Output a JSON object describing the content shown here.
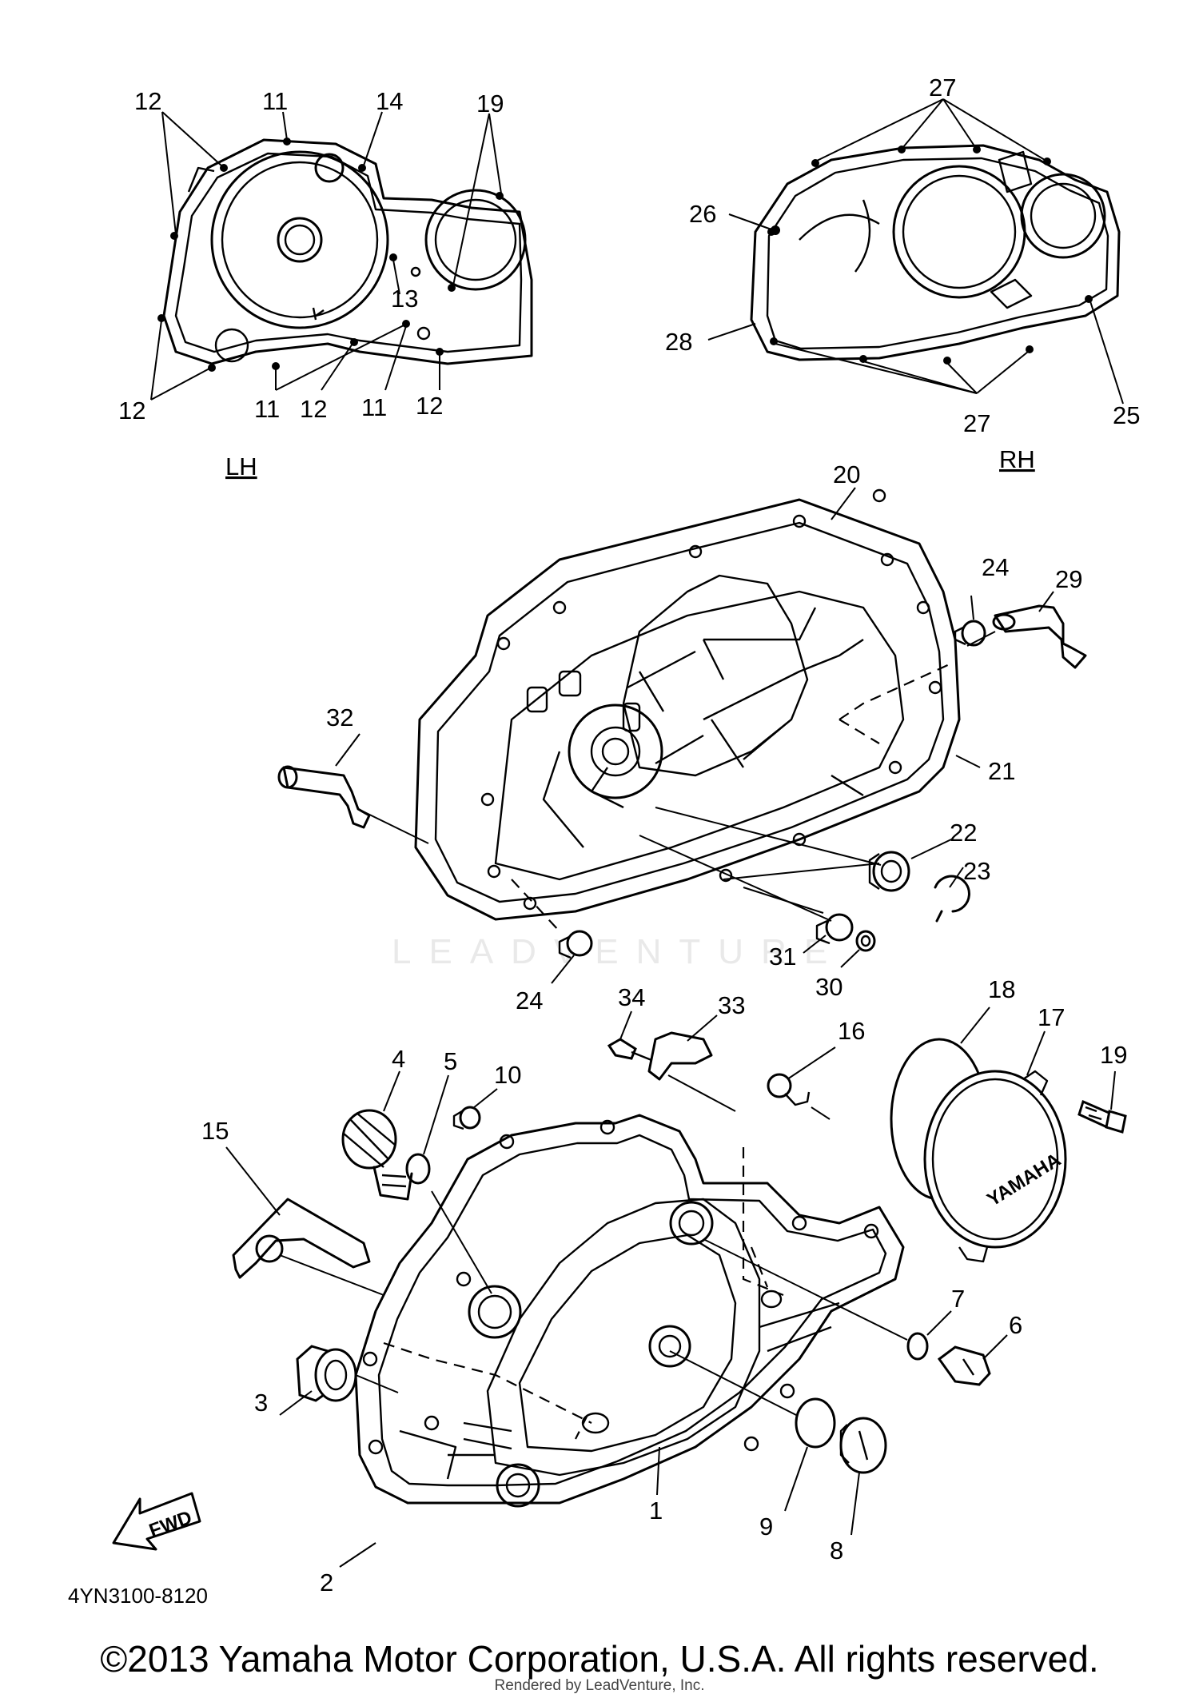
{
  "diagram": {
    "watermark": "LEADVENTURE",
    "diagram_code": "4YN3100-8120",
    "fwd_label": "FWD",
    "brand_label": "YAMAHA",
    "sections": {
      "lh": "LH",
      "rh": "RH"
    },
    "callouts": {
      "c1": "1",
      "c2": "2",
      "c3": "3",
      "c4": "4",
      "c5": "5",
      "c6": "6",
      "c7": "7",
      "c8": "8",
      "c9": "9",
      "c10": "10",
      "c15": "15",
      "c16": "16",
      "c17": "17",
      "c18": "18",
      "c19b": "19",
      "c20": "20",
      "c21": "21",
      "c22": "22",
      "c23": "23",
      "c24a": "24",
      "c24b": "24",
      "c29": "29",
      "c30": "30",
      "c31": "31",
      "c32": "32",
      "c33": "33",
      "c34": "34",
      "lh12a": "12",
      "lh11a": "11",
      "lh14": "14",
      "lh19": "19",
      "lh13": "13",
      "lh12b": "12",
      "lh11b": "11",
      "lh12c": "12",
      "lh11c": "11",
      "lh12d": "12",
      "rh27a": "27",
      "rh26": "26",
      "rh28": "28",
      "rh27b": "27",
      "rh25": "25"
    }
  },
  "footer": {
    "copyright": "©2013 Yamaha Motor Corporation, U.S.A. All rights reserved.",
    "rendered_by": "Rendered by LeadVenture, Inc."
  }
}
